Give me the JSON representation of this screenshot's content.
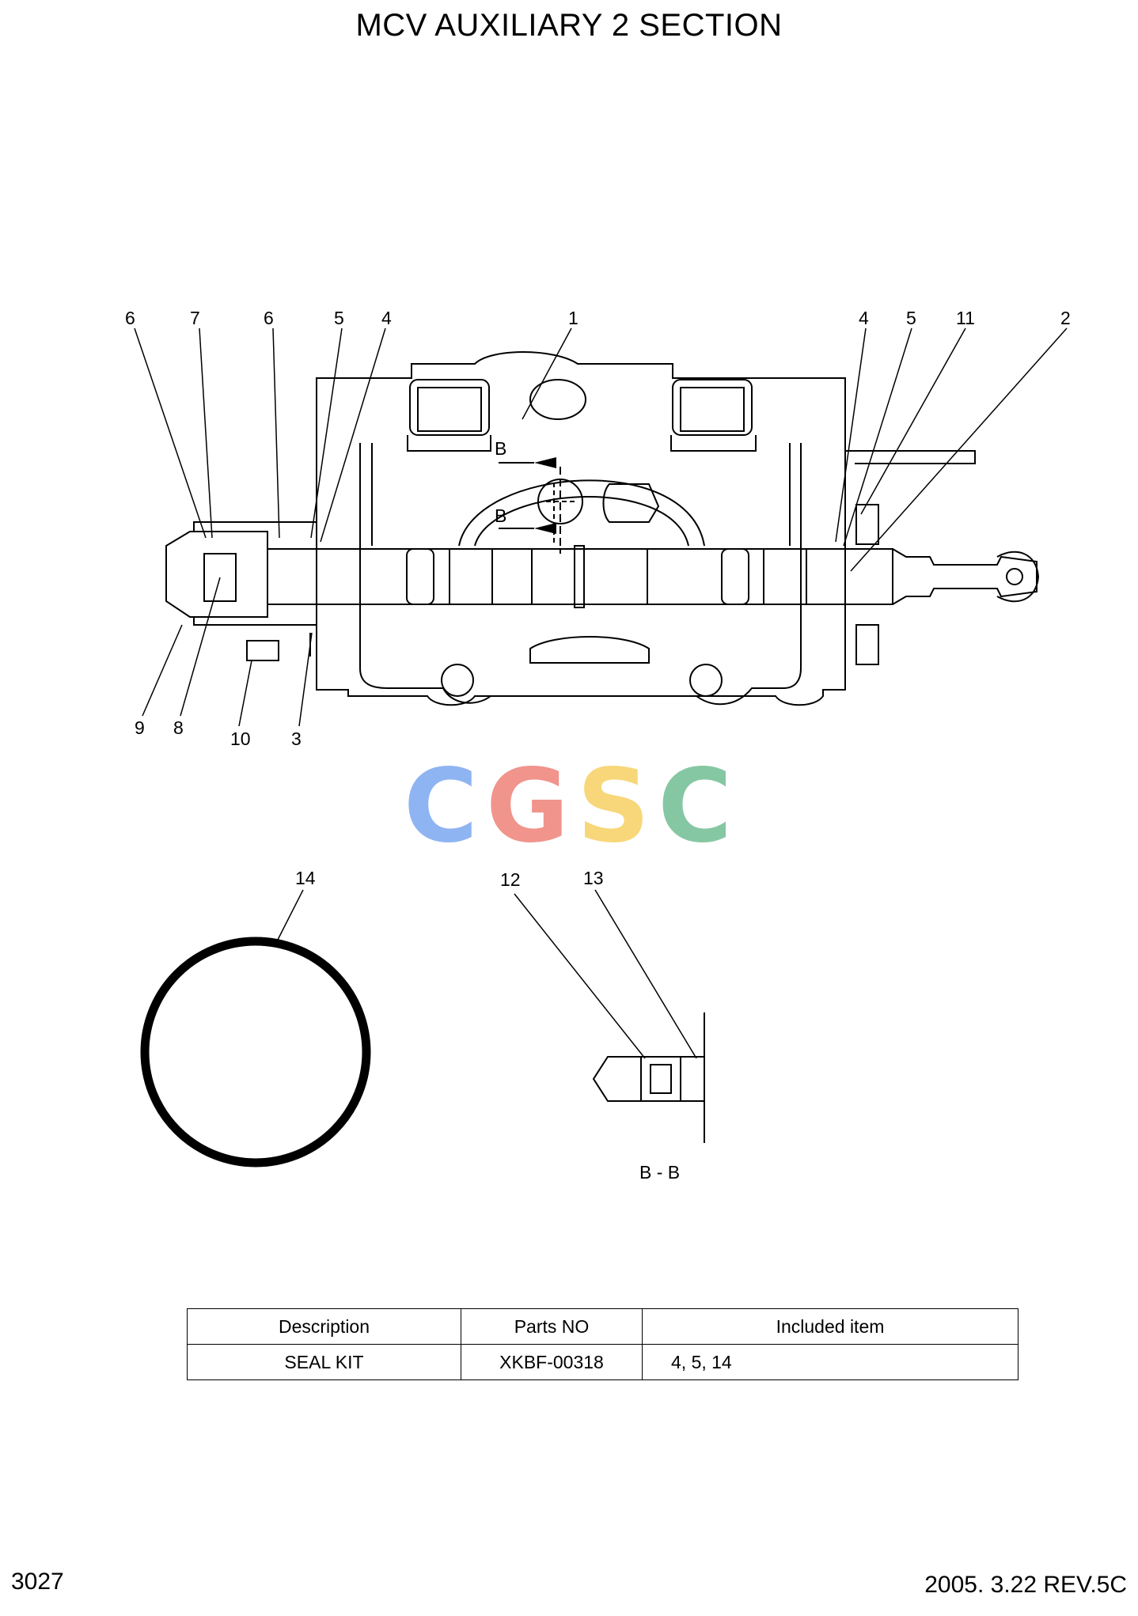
{
  "title": "MCV AUXILIARY 2 SECTION",
  "callouts_top": [
    "6",
    "7",
    "6",
    "5",
    "4",
    "1",
    "4",
    "5",
    "11",
    "2"
  ],
  "callouts_bottom": [
    "9",
    "8",
    "10",
    "3"
  ],
  "callouts_lower": [
    "14",
    "12",
    "13"
  ],
  "section_marker": "B",
  "section_view_label": "B - B",
  "watermark": {
    "letters": [
      "C",
      "G",
      "S",
      "C"
    ],
    "colors": [
      "#8fb4f2",
      "#f0948c",
      "#f8d77a",
      "#86c7a3"
    ]
  },
  "parts_table": {
    "headers": [
      "Description",
      "Parts NO",
      "Included item"
    ],
    "rows": [
      [
        "SEAL KIT",
        "XKBF-00318",
        "4, 5, 14"
      ]
    ]
  },
  "page_number": "3027",
  "revision": "2005. 3.22 REV.5C"
}
